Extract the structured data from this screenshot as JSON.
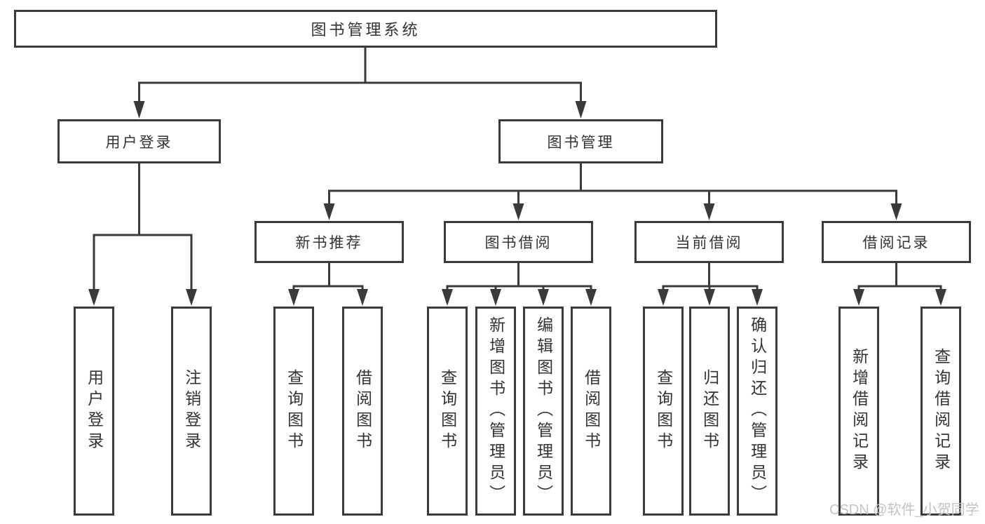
{
  "colors": {
    "line": "#3a3a3a",
    "text": "#333333",
    "watermark": "#c3c3c3",
    "background": "#ffffff"
  },
  "watermark": {
    "text": "CSDN @软件_小贺同学"
  },
  "tree": {
    "label": "图书管理系统",
    "children": [
      {
        "label": "用户登录",
        "children": [
          {
            "label": "用户登录"
          },
          {
            "label": "注销登录"
          }
        ]
      },
      {
        "label": "图书管理",
        "children": [
          {
            "label": "新书推荐",
            "children": [
              {
                "label": "查询图书"
              },
              {
                "label": "借阅图书"
              }
            ]
          },
          {
            "label": "图书借阅",
            "children": [
              {
                "label": "查询图书"
              },
              {
                "label": "新增图书（管理员）"
              },
              {
                "label": "编辑图书（管理员）"
              },
              {
                "label": "借阅图书"
              }
            ]
          },
          {
            "label": "当前借阅",
            "children": [
              {
                "label": "查询图书"
              },
              {
                "label": "归还图书"
              },
              {
                "label": "确认归还（管理员）"
              }
            ]
          },
          {
            "label": "借阅记录",
            "children": [
              {
                "label": "新增借阅记录"
              },
              {
                "label": "查询借阅记录"
              }
            ]
          }
        ]
      }
    ]
  }
}
